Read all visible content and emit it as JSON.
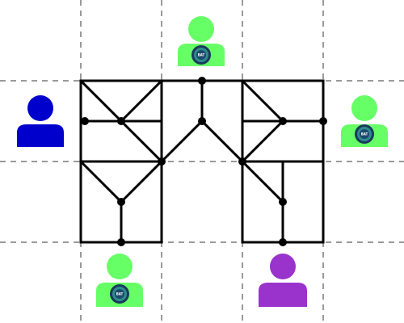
{
  "colors": {
    "background": "#ffffff",
    "grid": "#9a9a9a",
    "track": "#000000",
    "player_green": "#66ff66",
    "player_blue": "#0000cc",
    "player_purple": "#9933cc",
    "badge_ring": "#1a3a5c",
    "badge_inner": "#2e8b8b"
  },
  "players": [
    {
      "id": "top",
      "color": "#66ff66",
      "has_badge": true,
      "badge_text": "BAT"
    },
    {
      "id": "left",
      "color": "#0000cc",
      "has_badge": false,
      "badge_text": ""
    },
    {
      "id": "right",
      "color": "#66ff66",
      "has_badge": true,
      "badge_text": "BAT"
    },
    {
      "id": "bottom-left",
      "color": "#66ff66",
      "has_badge": true,
      "badge_text": "BAT"
    },
    {
      "id": "bottom-right",
      "color": "#9933cc",
      "has_badge": false,
      "badge_text": ""
    }
  ]
}
